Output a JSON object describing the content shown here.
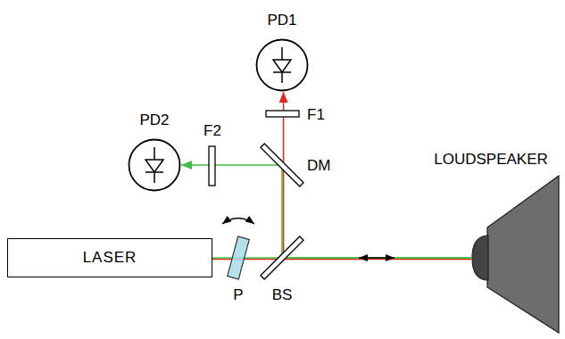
{
  "diagram": {
    "nodes": [
      {
        "text": [
          "PD1"
        ]
      },
      {
        "text": [
          "PD2"
        ]
      },
      {
        "text": [
          "LOUDSPEAKER"
        ]
      },
      {
        "text": [
          "LASER"
        ]
      }
    ],
    "edges": [
      {
        "from": 3,
        "to": 2,
        "arrow": "none"
      },
      {
        "from": 2,
        "to": 0,
        "arrow": "to"
      },
      {
        "from": 2,
        "to": 1,
        "arrow": "to"
      }
    ],
    "labels": [
      "F1",
      "F2",
      "DM",
      "P",
      "BS"
    ]
  }
}
